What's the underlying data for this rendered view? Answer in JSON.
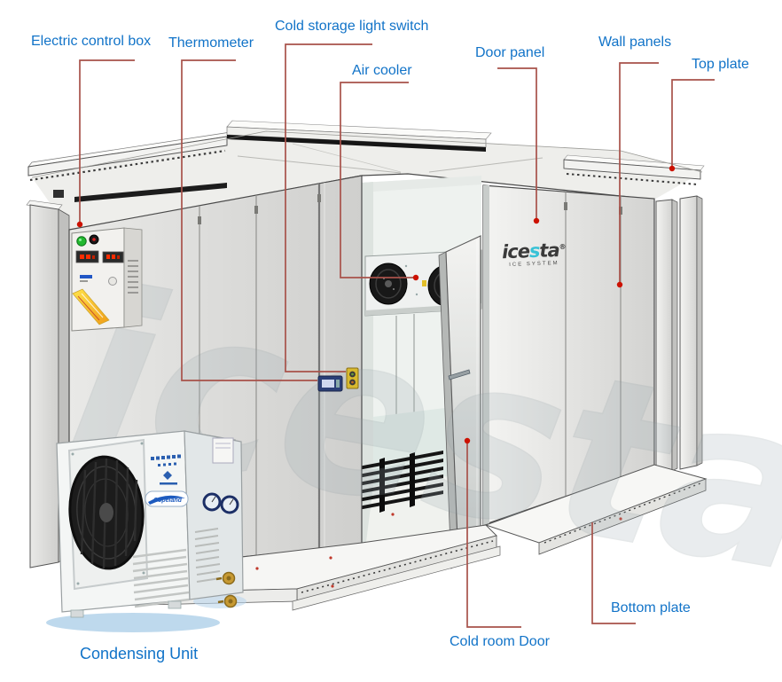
{
  "diagram": {
    "labels": {
      "electric_control_box": "Electric control box",
      "thermometer": "Thermometer",
      "cold_storage_light_switch": "Cold storage light switch",
      "air_cooler": "Air cooler",
      "door_panel": "Door panel",
      "wall_panels": "Wall panels",
      "top_plate": "Top plate",
      "condensing_unit": "Condensing Unit",
      "cold_room_door": "Cold room Door",
      "bottom_plate": "Bottom plate"
    },
    "brand": {
      "logo_part1": "ice",
      "logo_part2": "s",
      "logo_part3": "ta",
      "logo_reg": "®",
      "logo_subtext": "ICE SYSTEM",
      "watermark": "icesta"
    },
    "equipment_badge": "Copeland",
    "colors": {
      "label_text": "#1173c8",
      "leader_line": "#a8524a",
      "leader_dot": "#cc1100",
      "logo_cyan": "#38c2d6",
      "logo_dark": "#3a3a3a",
      "panel_light": "#f2f2f2",
      "panel_dark": "#cfcfcf",
      "roof_shadow_band": "#161616",
      "condensing_shadow_blue": "#aecfe8"
    }
  }
}
